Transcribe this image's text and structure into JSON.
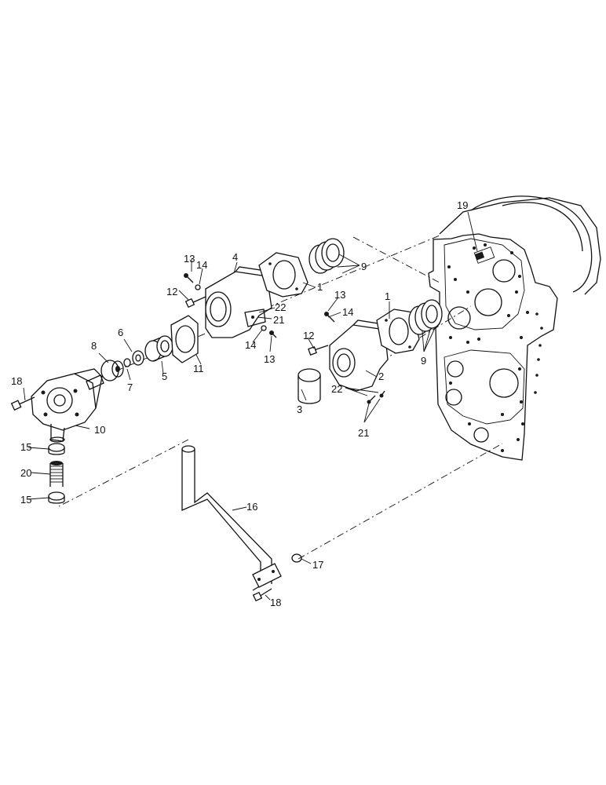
{
  "diagram": {
    "colors": {
      "ink": "#111111",
      "paper": "#ffffff"
    },
    "callouts": {
      "c1a": "1",
      "c1b": "1",
      "c2": "2",
      "c3": "3",
      "c4": "4",
      "c5": "5",
      "c6": "6",
      "c7": "7",
      "c8": "8",
      "c9a": "9",
      "c9b": "9",
      "c10": "10",
      "c11": "11",
      "c12a": "12",
      "c12b": "12",
      "c13a": "13",
      "c13b": "13",
      "c13c": "13",
      "c14a": "14",
      "c14b": "14",
      "c14c": "14",
      "c15a": "15",
      "c15b": "15",
      "c16": "16",
      "c17": "17",
      "c18a": "18",
      "c18b": "18",
      "c19": "19",
      "c20": "20",
      "c21a": "21",
      "c21b": "21",
      "c22a": "22",
      "c22b": "22"
    }
  }
}
